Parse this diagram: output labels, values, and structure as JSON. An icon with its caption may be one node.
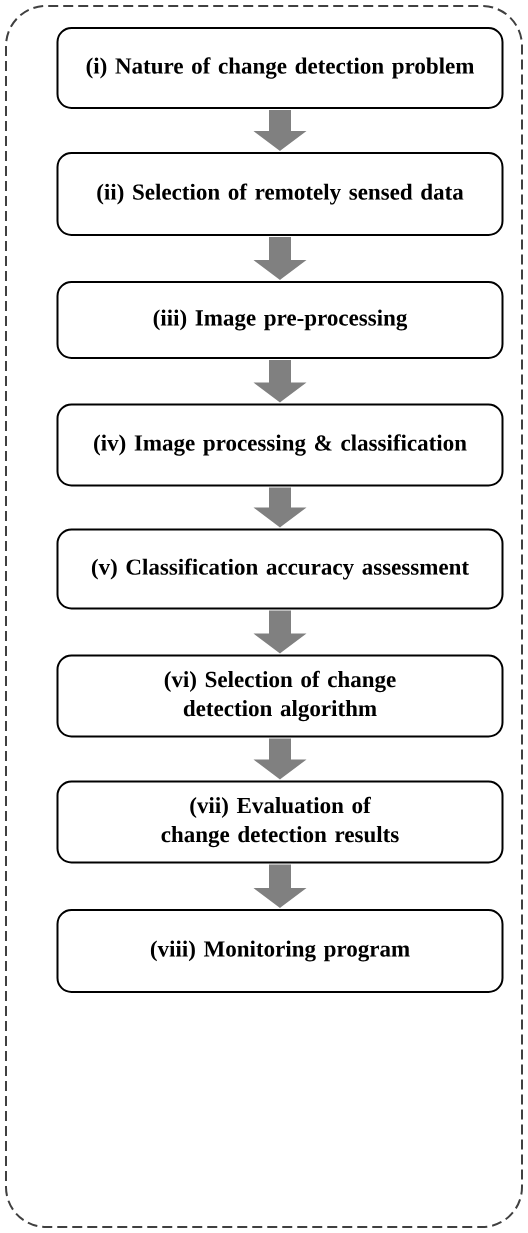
{
  "diagram": {
    "nodes": [
      {
        "text": [
          "(i) Nature of change detection problem"
        ]
      },
      {
        "text": [
          "(ii) Selection of remotely sensed data"
        ]
      },
      {
        "text": [
          "(iii) Image pre-processing"
        ]
      },
      {
        "text": [
          "(iv) Image processing & classification"
        ]
      },
      {
        "text": [
          "(v) Classification accuracy assessment"
        ]
      },
      {
        "text": [
          "(vi) Selection of change detection algorithm"
        ]
      },
      {
        "text": [
          "(vii) Evaluation of change detection results"
        ]
      },
      {
        "text": [
          "(viii) Monitoring program"
        ]
      }
    ],
    "edges": [
      {
        "from": 0,
        "to": 1,
        "arrow": "to"
      },
      {
        "from": 1,
        "to": 2,
        "arrow": "to"
      },
      {
        "from": 2,
        "to": 3,
        "arrow": "to"
      },
      {
        "from": 3,
        "to": 4,
        "arrow": "to"
      },
      {
        "from": 4,
        "to": 5,
        "arrow": "to"
      },
      {
        "from": 5,
        "to": 6,
        "arrow": "to"
      },
      {
        "from": 6,
        "to": 7,
        "arrow": "to"
      }
    ]
  }
}
